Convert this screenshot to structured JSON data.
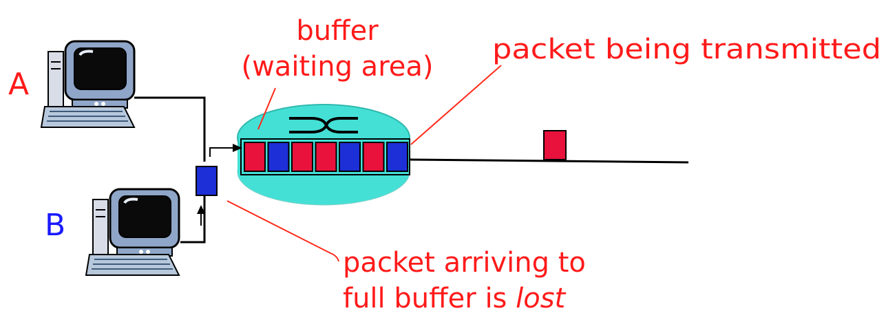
{
  "labels": {
    "buffer_line1": "buffer",
    "buffer_line2": "(waiting area)",
    "transmitted": "packet being transmitted",
    "lost_line1": "packet arriving to",
    "lost_line2_prefix": "full buffer is ",
    "lost_line2_emph": "lost",
    "host_a": "A",
    "host_b": "B"
  },
  "queue": {
    "packets": [
      "red",
      "blue",
      "red",
      "red",
      "blue",
      "red",
      "blue"
    ]
  },
  "transmitting_packet": {
    "color": "red"
  },
  "arriving_packet": {
    "color": "blue"
  },
  "colors": {
    "red_packet": "#e8123c",
    "blue_packet": "#1d2fd6",
    "router": "#44e0d6",
    "annotation": "#ff1a1a",
    "host_b_label": "#1a1aff"
  }
}
